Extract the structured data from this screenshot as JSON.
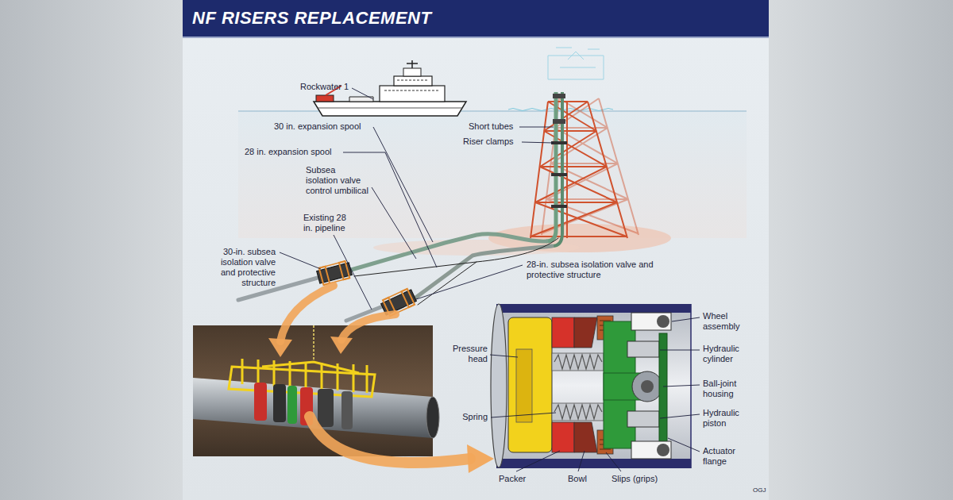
{
  "diagram": {
    "title": "NF RISERS REPLACEMENT",
    "labels": [
      "Rockwater 1",
      "30 in. expansion spool",
      "Short tubes",
      "Riser clamps",
      "28 in. expansion spool",
      "Subsea isolation valve control umbilical",
      "Existing 28 in. pipeline",
      "30-in. subsea isolation valve and protective structure",
      "28-in. subsea isolation valve and protective structure",
      "Wheel assembly",
      "Pressure head",
      "Hydraulic cylinder",
      "Ball-joint housing",
      "Hydraulic piston",
      "Spring",
      "Actuator flange",
      "Packer",
      "Bowl",
      "Slips (grips)",
      "OGJ"
    ]
  }
}
